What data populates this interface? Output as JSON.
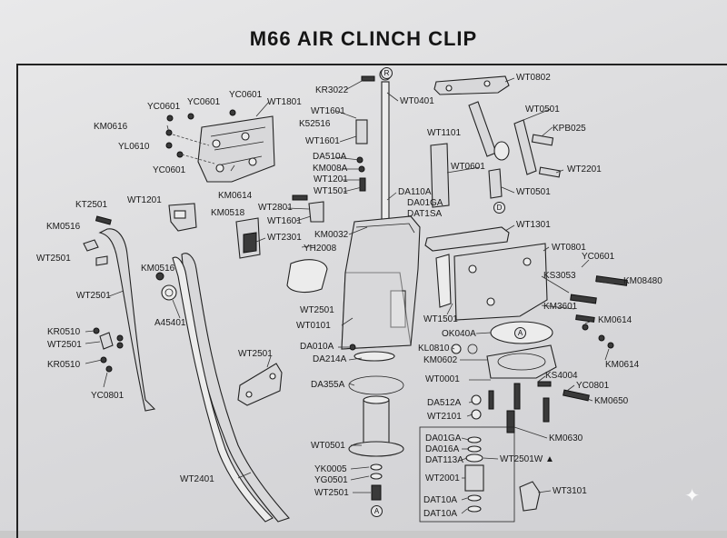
{
  "title": "M66  AIR CLINCH CLIP",
  "circle_tags": {
    "r": "R",
    "a1": "A",
    "a2": "A",
    "d": "D"
  },
  "labels": {
    "kr3022": "KR3022",
    "wt0401": "WT0401",
    "wt0802": "WT0802",
    "wt1801": "WT1801",
    "yc0601_a": "YC0601",
    "yc0601_b": "YC0601",
    "yc0601_c": "YC0601",
    "km0616": "KM0616",
    "yl0610": "YL0610",
    "yc0601_d": "YC0601",
    "km0614_a": "KM0614",
    "wt1601": "WT1601",
    "k52516": "K52516",
    "wt1601_b": "WT1601",
    "wt0501_a": "WT0501",
    "kpb025": "KPB025",
    "wt1101": "WT1101",
    "wt0601": "WT0601",
    "da510a": "DA510A",
    "km008a": "KM008A",
    "wt1201": "WT1201",
    "wt1501": "WT1501",
    "wt2201": "WT2201",
    "wt0501_b": "WT0501",
    "kt2501": "KT2501",
    "wt1201_b": "WT1201",
    "km0516_a": "KM0516",
    "km0518": "KM0518",
    "wt2801": "WT2801",
    "wt1601_c": "WT1601",
    "da110a": "DA110A",
    "da01ga": "DA01GA",
    "dat1sa": "DAT1SA",
    "km0032": "KM0032",
    "wt1301": "WT1301",
    "wt2501_a": "WT2501",
    "wt2301": "WT2301",
    "yh2008": "YH2008",
    "wt0801": "WT0801",
    "yc0601_e": "YC0601",
    "km0516_b": "KM0516",
    "ks3053": "KS3053",
    "km08480": "KM08480",
    "wt2501_b": "WT2501",
    "wt2501_c": "WT2501",
    "a45401": "A45401",
    "wt0101": "WT0101",
    "wt1501_b": "WT1501",
    "km3601": "KM3601",
    "km0614_b": "KM0614",
    "kr0510_a": "KR0510",
    "wt2501_d": "WT2501",
    "kr0510_b": "KR0510",
    "yc0801_a": "YC0801",
    "ok040a": "OK040A",
    "kl0810": "KL0810",
    "km0602": "KM0602",
    "km0614_c": "KM0614",
    "da010a": "DA010A",
    "da214a": "DA214A",
    "wt2501_e": "WT2501",
    "ks4004": "KS4004",
    "wt0001": "WT0001",
    "yc0801_b": "YC0801",
    "da355a": "DA355A",
    "da512a": "DA512A",
    "km0650": "KM0650",
    "wt2101": "WT2101",
    "km0630": "KM0630",
    "wt0501_c": "WT0501",
    "da01ga_b": "DA01GA",
    "da016a": "DA016A",
    "dat113a": "DAT113A",
    "wt2501w": "WT2501W ▲",
    "yk0005": "YK0005",
    "yg0501": "YG0501",
    "wt2401": "WT2401",
    "wt2001": "WT2001",
    "wt2501_f": "WT2501",
    "dat10a_a": "DAT10A",
    "wt3101": "WT3101",
    "dat10a_b": "DAT10A"
  }
}
